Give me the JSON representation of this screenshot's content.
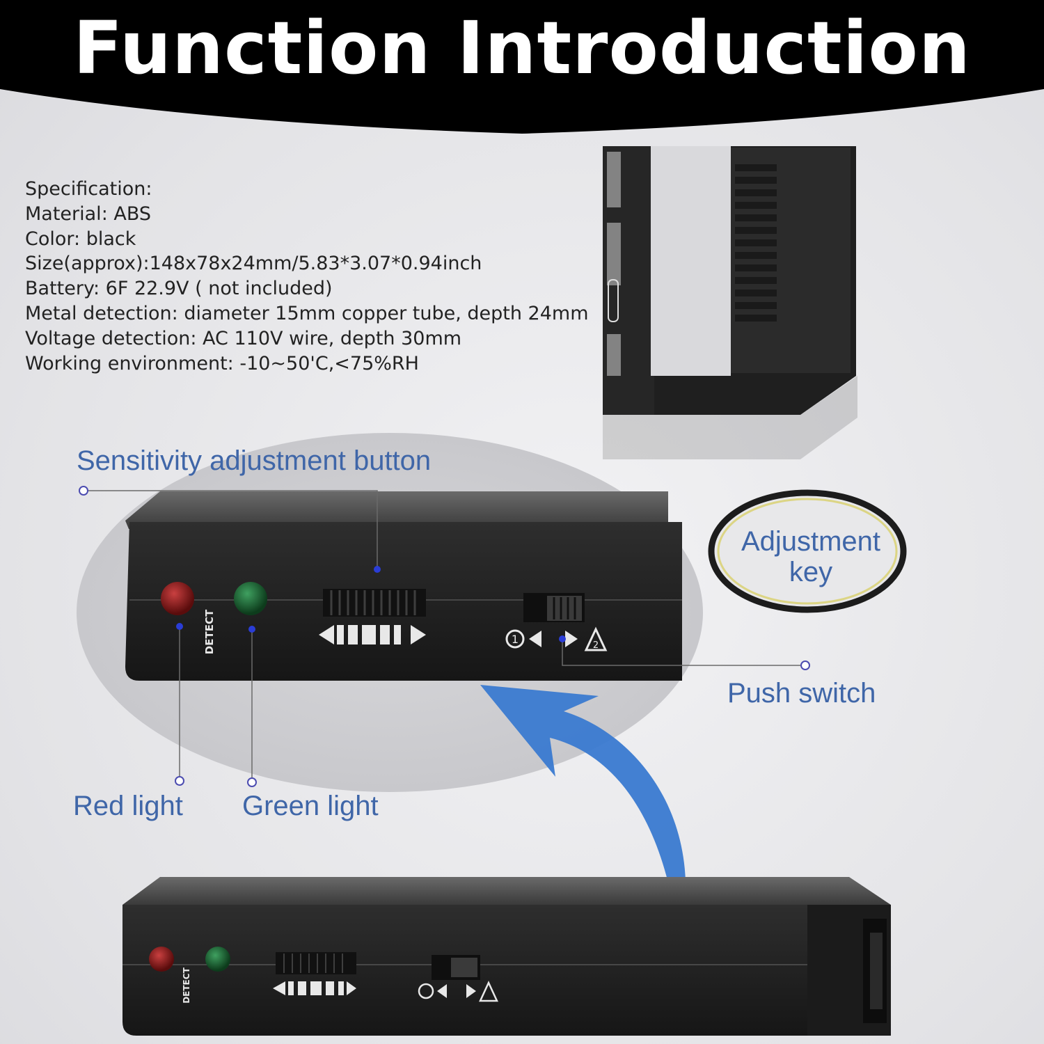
{
  "banner": {
    "title": "Function Introduction"
  },
  "specification": {
    "lines": [
      "Specification:",
      "Material: ABS",
      "Color: black",
      "Size(approx):148x78x24mm/5.83*3.07*0.94inch",
      "Battery: 6F 22.9V ( not included)",
      "Metal detection: diameter 15mm copper tube, depth 24mm",
      "Voltage detection: AC 110V wire, depth 30mm",
      "Working environment: -10~50'C,<75%RH"
    ]
  },
  "callouts": {
    "sensitivity": "Sensitivity adjustment button",
    "adjustment_key_line1": "Adjustment",
    "adjustment_key_line2": "key",
    "push_switch": "Push switch",
    "red_light": "Red light",
    "green_light": "Green light"
  },
  "device": {
    "detect_label": "DETECT",
    "switch_mark_1": "1",
    "switch_mark_2": "2"
  },
  "colors": {
    "banner": "#000000",
    "callout_text": "#3f66a8",
    "arrow": "#3a7ad0",
    "leader_dot": "#2a3dd6",
    "adjustment_ring": "#1c1c1c"
  }
}
